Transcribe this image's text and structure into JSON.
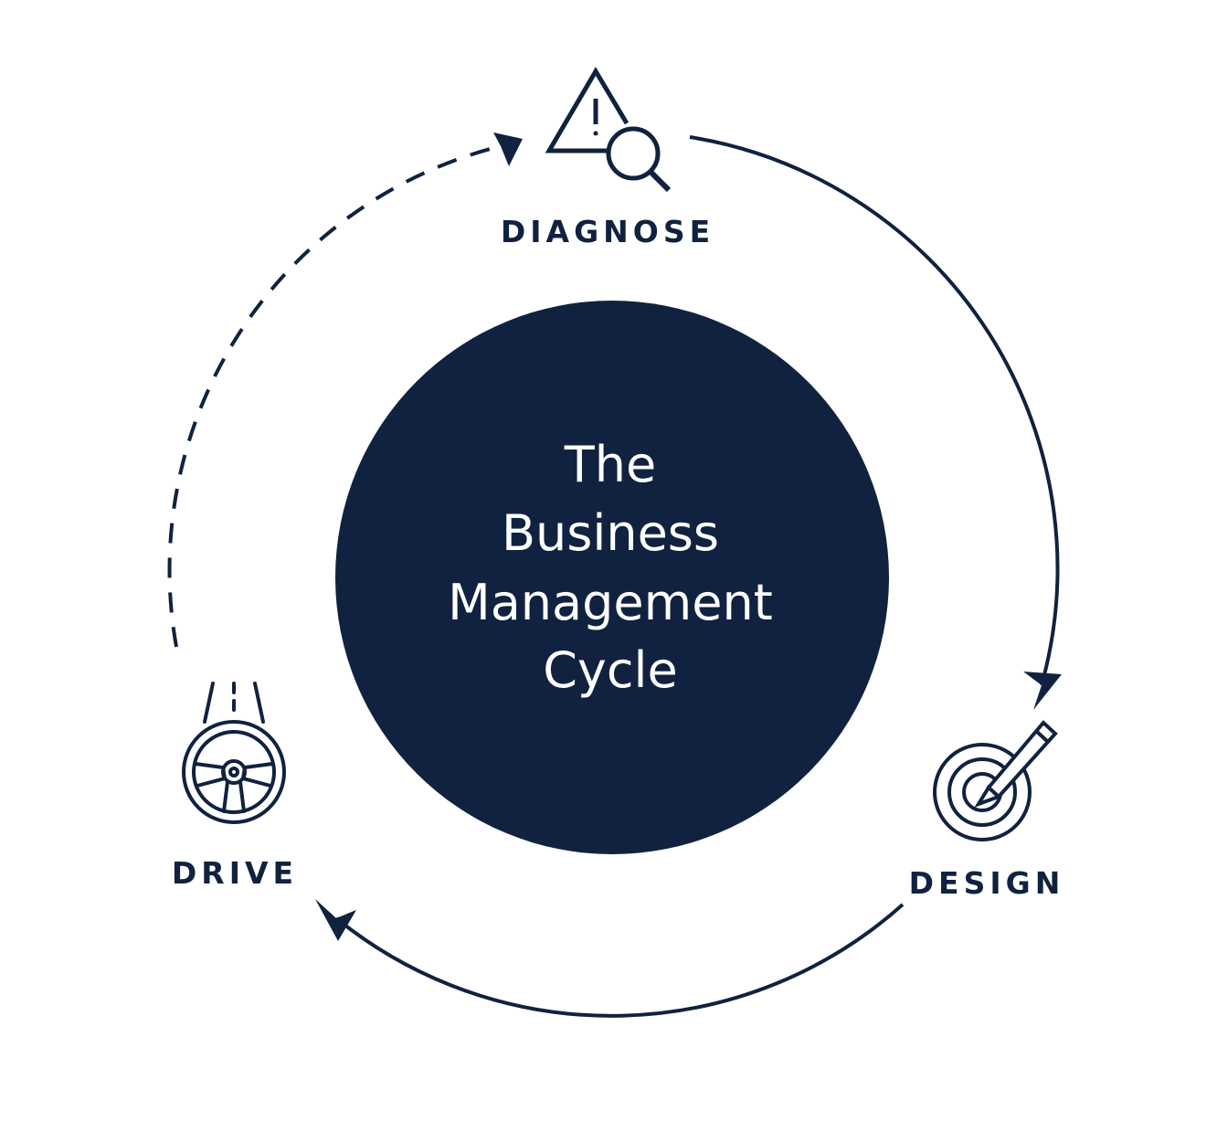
{
  "colors": {
    "navy": "#10223f",
    "background": "#ffffff",
    "center_text": "#ffffff"
  },
  "center": {
    "lines": [
      "The",
      "Business",
      "Management",
      "Cycle"
    ]
  },
  "stages": {
    "diagnose": {
      "label": "DIAGNOSE",
      "icon": "warning-magnifier-icon"
    },
    "design": {
      "label": "DESIGN",
      "icon": "target-pencil-icon"
    },
    "drive": {
      "label": "DRIVE",
      "icon": "steering-wheel-icon"
    }
  },
  "connections": [
    {
      "from": "diagnose",
      "to": "design",
      "style": "solid"
    },
    {
      "from": "design",
      "to": "drive",
      "style": "solid"
    },
    {
      "from": "drive",
      "to": "diagnose",
      "style": "dashed"
    }
  ]
}
